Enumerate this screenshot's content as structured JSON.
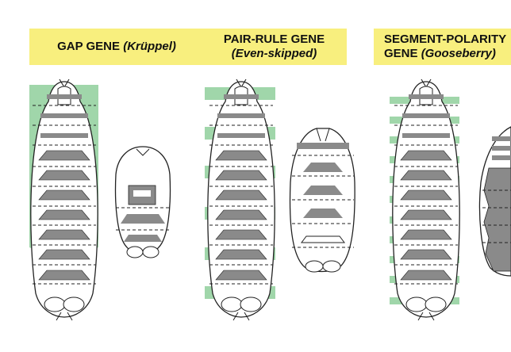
{
  "panels": [
    {
      "title": "GAP GENE",
      "gene": "(Krüppel)"
    },
    {
      "title": "PAIR-RULE GENE",
      "gene": "(Even-skipped)"
    },
    {
      "title": "SEGMENT-POLARITY",
      "title2": "GENE",
      "gene": "(Gooseberry)"
    }
  ],
  "colors": {
    "label_background": "#f8ef7e",
    "expression_stripe": "#8fcf9b",
    "denticle_band": "#8a8a8a",
    "outline": "#222222"
  },
  "icons": [
    "embryo-larva",
    "mutant-larva"
  ]
}
